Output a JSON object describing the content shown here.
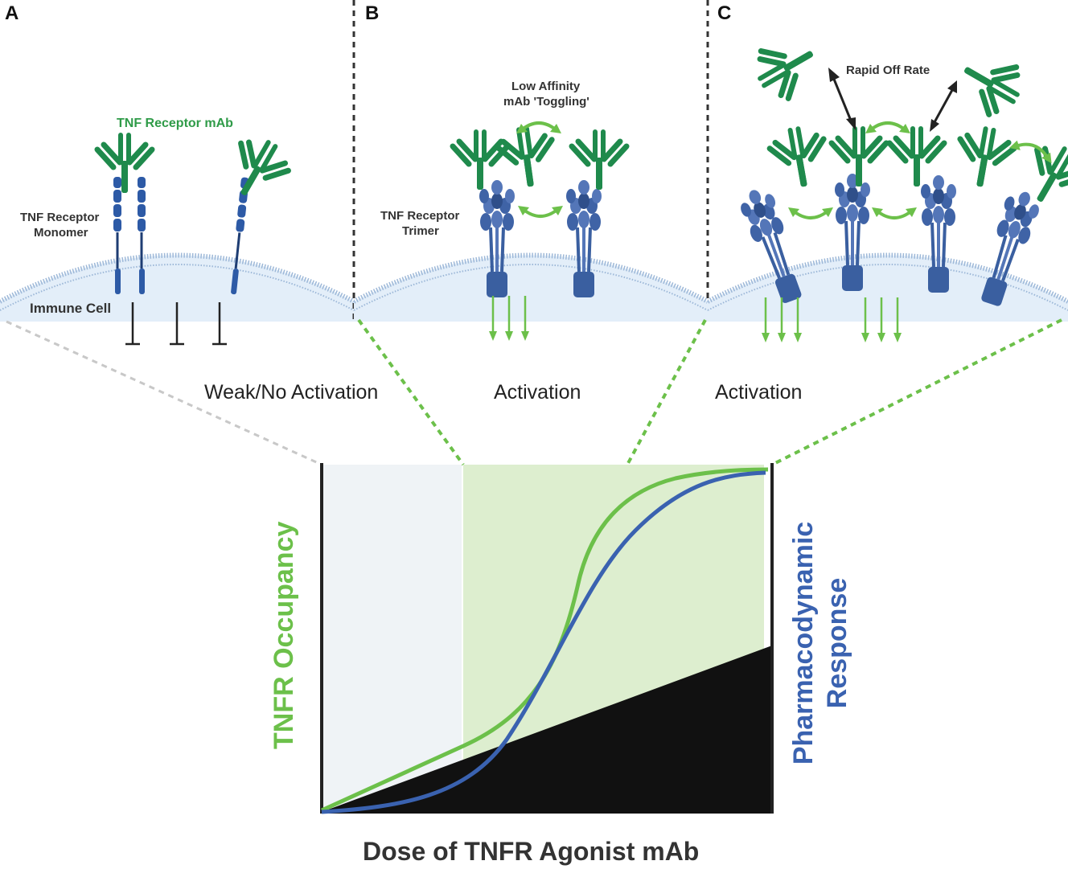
{
  "panels": {
    "a": {
      "letter": "A",
      "mab_label": "TNF Receptor mAb",
      "receptor_label_1": "TNF Receptor",
      "receptor_label_2": "Monomer",
      "cell_label": "Immune Cell",
      "outcome": "Weak/No Activation"
    },
    "b": {
      "letter": "B",
      "toggle_label_1": "Low Affinity",
      "toggle_label_2": "mAb 'Toggling'",
      "receptor_label_1": "TNF Receptor",
      "receptor_label_2": "Trimer",
      "outcome": "Activation"
    },
    "c": {
      "letter": "C",
      "offrate_label": "Rapid Off Rate",
      "outcome": "Activation"
    }
  },
  "graph": {
    "y_left_label": "TNFR Occupancy",
    "y_right_label_1": "Pharmacodynamic",
    "y_right_label_2": "Response",
    "x_label": "Dose of TNFR Agonist mAb"
  },
  "colors": {
    "antibody_green": "#1f8a4c",
    "receptor_blue": "#3a5fa0",
    "arrow_green": "#6cc04a",
    "membrane_fill": "#e3eef9",
    "occupancy_curve": "#6cc04a",
    "response_curve": "#3a62b0",
    "active_zone": "#ddeecf",
    "inactive_zone": "#eff3f6"
  }
}
